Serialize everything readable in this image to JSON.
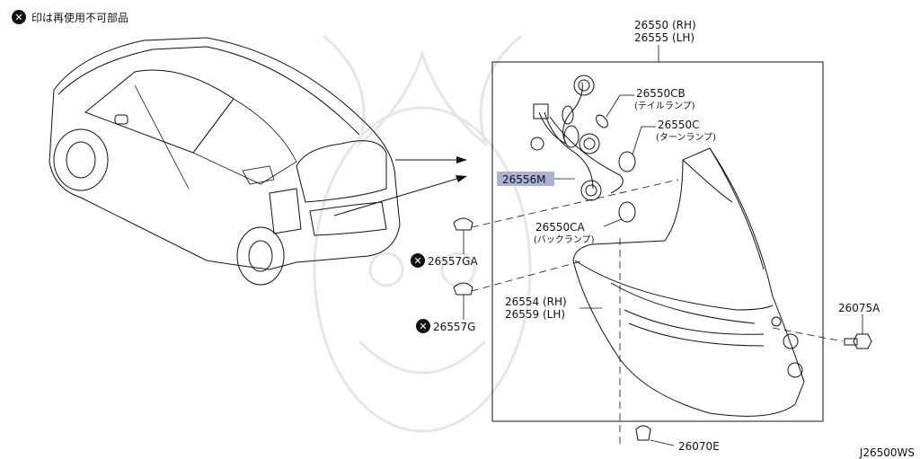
{
  "legend": {
    "mark": "✕",
    "text": "印は再使用不可部品"
  },
  "diagram_code": "J26500WS",
  "parts": {
    "lamp_assembly": {
      "rh": "26550 (RH)",
      "lh": "26555 (LH)"
    },
    "bulb_tail": {
      "number": "26550CB",
      "desc": "(テイルランプ)"
    },
    "bulb_turn": {
      "number": "26550C",
      "desc": "(ターンランプ)"
    },
    "harness": {
      "number": "26556M"
    },
    "bulb_back": {
      "number": "26550CA",
      "desc": "(バックランプ)"
    },
    "clip_ga": {
      "number": "26557GA"
    },
    "clip_g": {
      "number": "26557G"
    },
    "lens_housing": {
      "rh": "26554 (RH)",
      "lh": "26559 (LH)"
    },
    "bolt": {
      "number": "26075A"
    },
    "grommet": {
      "number": "26070E"
    }
  },
  "colors": {
    "highlight": "#aab3d6",
    "line": "#111111"
  }
}
